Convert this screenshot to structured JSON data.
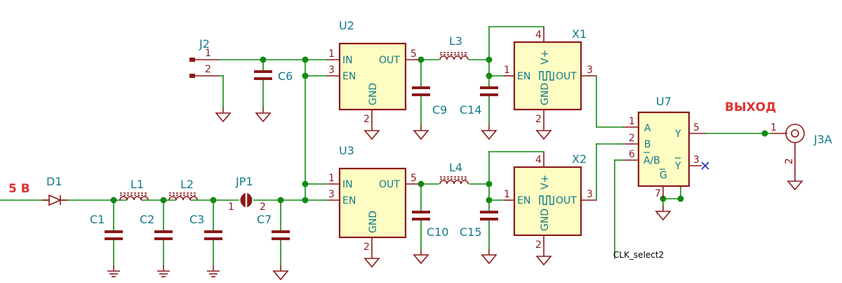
{
  "labels": {
    "input": "5 В",
    "output": "ВЫХОД",
    "net_clk_select": "CLK_select2"
  },
  "refs": {
    "D1": "D1",
    "L1": "L1",
    "L2": "L2",
    "JP1": "JP1",
    "C1": "C1",
    "C2": "C2",
    "C3": "C3",
    "C7": "C7",
    "J2": "J2",
    "C6": "C6",
    "U2": "U2",
    "U3": "U3",
    "C9": "C9",
    "C10": "C10",
    "L3": "L3",
    "L4": "L4",
    "C14": "C14",
    "C15": "C15",
    "X1": "X1",
    "X2": "X2",
    "U7": "U7",
    "J3A": "J3A"
  },
  "pin_names": {
    "in": "IN",
    "en": "EN",
    "out": "OUT",
    "gnd": "GND",
    "vplus": "V+",
    "a": "A",
    "b": "B",
    "ab": "A/B",
    "y": "Y",
    "ybar": "Y",
    "g": "G"
  },
  "pin_numbers": {
    "one": "1",
    "two": "2",
    "three": "3",
    "four": "4",
    "five": "5",
    "six": "6",
    "seven": "7"
  },
  "colors": {
    "wire": "#138a13",
    "component": "#8b1a1a",
    "body_fill": "#fdfcc2",
    "reference": "#137a8a",
    "annotation": "#e0312f"
  }
}
